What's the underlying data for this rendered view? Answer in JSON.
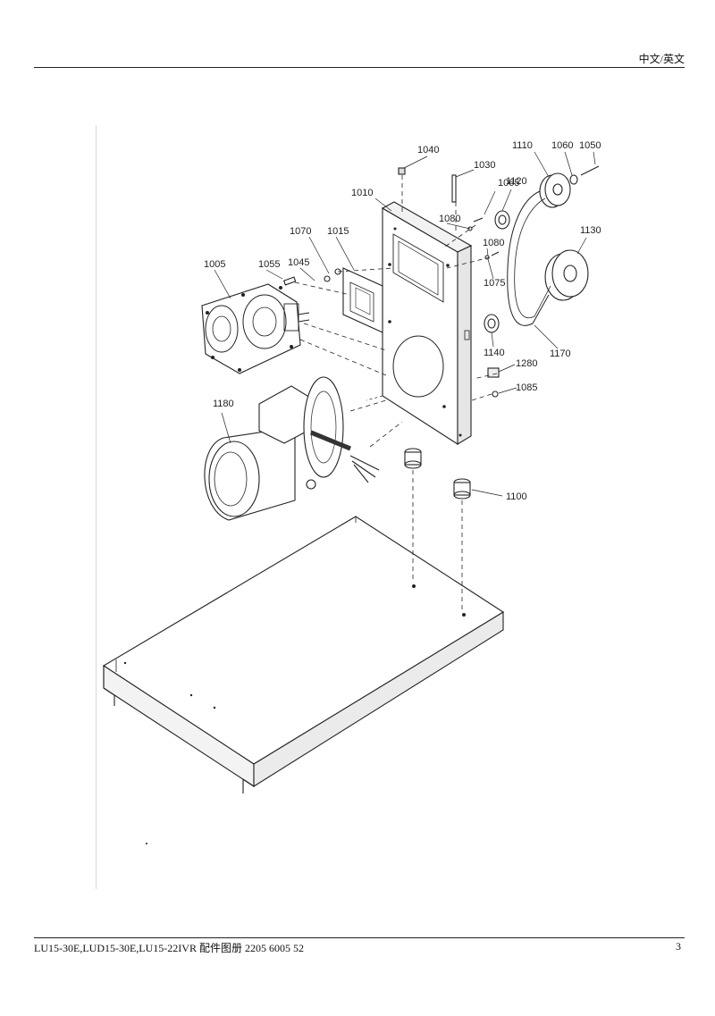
{
  "header": {
    "language": "中文/英文"
  },
  "footer": {
    "doc_title": "LU15-30E,LUD15-30E,LU15-22IVR  配件图册 2205 6005 52",
    "page_number": "3"
  },
  "diagram": {
    "part_labels": [
      "1040",
      "1030",
      "1110",
      "1060",
      "1050",
      "1010",
      "1065",
      "1120",
      "1080",
      "1080",
      "1070",
      "1015",
      "1005",
      "1055",
      "1045",
      "1075",
      "1130",
      "1140",
      "1170",
      "1280",
      "1085",
      "1180",
      "1100"
    ]
  }
}
